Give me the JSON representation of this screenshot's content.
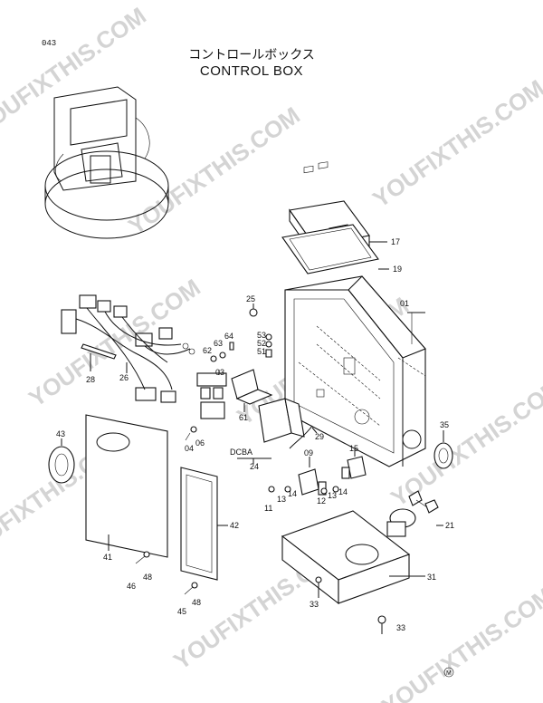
{
  "page_number": "043",
  "title_jp": "コントロールボックス",
  "title_en": "CONTROL BOX",
  "watermark": "YOUFIXTHIS.COM",
  "connector_letters": "DCBA",
  "parts": [
    {
      "id": "17"
    },
    {
      "id": "19"
    },
    {
      "id": "01"
    },
    {
      "id": "25"
    },
    {
      "id": "53"
    },
    {
      "id": "52"
    },
    {
      "id": "51"
    },
    {
      "id": "64"
    },
    {
      "id": "63"
    },
    {
      "id": "62"
    },
    {
      "id": "03"
    },
    {
      "id": "61"
    },
    {
      "id": "28"
    },
    {
      "id": "26"
    },
    {
      "id": "04"
    },
    {
      "id": "06"
    },
    {
      "id": "24"
    },
    {
      "id": "29"
    },
    {
      "id": "09"
    },
    {
      "id": "15"
    },
    {
      "id": "35"
    },
    {
      "id": "43"
    },
    {
      "id": "11"
    },
    {
      "id": "13"
    },
    {
      "id": "14"
    },
    {
      "id": "12"
    },
    {
      "id": "21"
    },
    {
      "id": "41"
    },
    {
      "id": "42"
    },
    {
      "id": "46"
    },
    {
      "id": "48"
    },
    {
      "id": "45"
    },
    {
      "id": "31"
    },
    {
      "id": "33"
    }
  ],
  "mark": "M"
}
